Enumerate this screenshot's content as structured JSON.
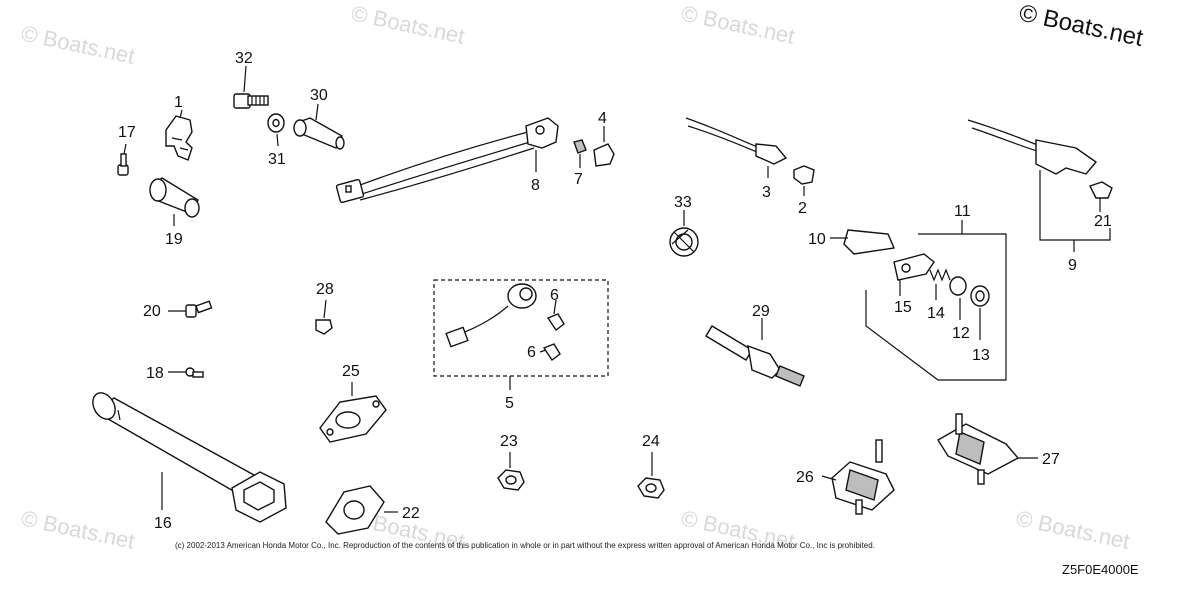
{
  "watermarks": {
    "brand": "© Boats.net",
    "repeat": "© Boats.net"
  },
  "copyright": "(c) 2002-2013 American Honda Motor Co., Inc. Reproduction of the contents of this publication in whole or in part without the express written approval of American Honda Motor Co., Inc is prohibited.",
  "diagram_code": "Z5F0E4000E",
  "callouts": {
    "c1": "1",
    "c2": "2",
    "c3": "3",
    "c4": "4",
    "c5": "5",
    "c6a": "6",
    "c6b": "6",
    "c7": "7",
    "c8": "8",
    "c9": "9",
    "c10": "10",
    "c11": "11",
    "c12": "12",
    "c13": "13",
    "c14": "14",
    "c15": "15",
    "c16": "16",
    "c17": "17",
    "c18": "18",
    "c19": "19",
    "c20": "20",
    "c21": "21",
    "c22": "22",
    "c23": "23",
    "c24": "24",
    "c25": "25",
    "c26": "26",
    "c27": "27",
    "c28": "28",
    "c29": "29",
    "c30": "30",
    "c31": "31",
    "c32": "32",
    "c33": "33"
  }
}
